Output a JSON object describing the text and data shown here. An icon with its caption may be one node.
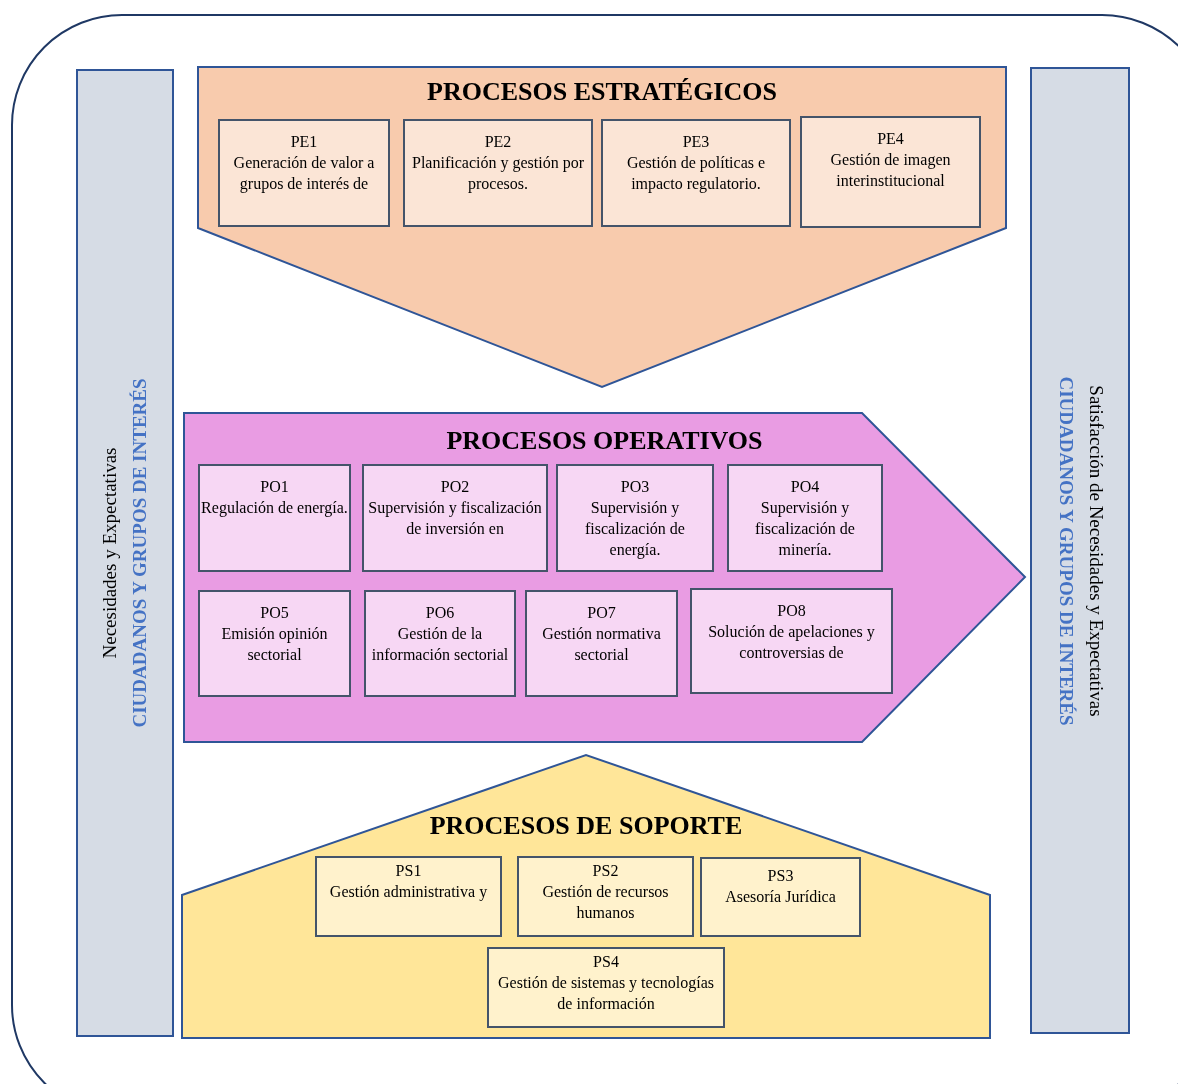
{
  "diagram": {
    "nodes": [
      {
        "text": [
          "Necesidades y Expectativas",
          "CIUDADANOS Y GRUPOS DE INTERÉS"
        ]
      },
      {
        "text": [
          "PROCESOS ESTRATÉGICOS"
        ]
      },
      {
        "text": [
          "PE1",
          "Generación de valor a grupos de interés de"
        ],
        "in": 1
      },
      {
        "text": [
          "PE2",
          "Planificación y gestión por procesos."
        ],
        "in": 1
      },
      {
        "text": [
          "PE3",
          "Gestión de políticas e impacto regulatorio."
        ],
        "in": 1
      },
      {
        "text": [
          "PE4",
          "Gestión de imagen interinstitucional"
        ],
        "in": 1
      },
      {
        "text": [
          "PROCESOS OPERATIVOS"
        ]
      },
      {
        "text": [
          "PO1",
          "Regulación de energía."
        ],
        "in": 6
      },
      {
        "text": [
          "PO2",
          "Supervisión y fiscalización de inversión en"
        ],
        "in": 6
      },
      {
        "text": [
          "PO3",
          "Supervisión y fiscalización de energía."
        ],
        "in": 6
      },
      {
        "text": [
          "PO4",
          "Supervisión y fiscalización de minería."
        ],
        "in": 6
      },
      {
        "text": [
          "PO5",
          "Emisión opinión sectorial"
        ],
        "in": 6
      },
      {
        "text": [
          "PO6",
          "Gestión de la información sectorial"
        ],
        "in": 6
      },
      {
        "text": [
          "PO7",
          "Gestión normativa sectorial"
        ],
        "in": 6
      },
      {
        "text": [
          "PO8",
          "Solución de apelaciones y controversias de"
        ],
        "in": 6
      },
      {
        "text": [
          "PROCESOS DE SOPORTE"
        ]
      },
      {
        "text": [
          "PS1",
          "Gestión administrativa y"
        ],
        "in": 15
      },
      {
        "text": [
          "PS2",
          "Gestión de recursos humanos"
        ],
        "in": 15
      },
      {
        "text": [
          "PS3",
          "Asesoría Jurídica"
        ],
        "in": 15
      },
      {
        "text": [
          "PS4",
          "Gestión de sistemas y tecnologías de información"
        ],
        "in": 15
      },
      {
        "text": [
          "Satisfacción de Necesidades y Expectativas",
          "CIUDADANOS Y GRUPOS DE INTERÉS"
        ]
      }
    ]
  }
}
